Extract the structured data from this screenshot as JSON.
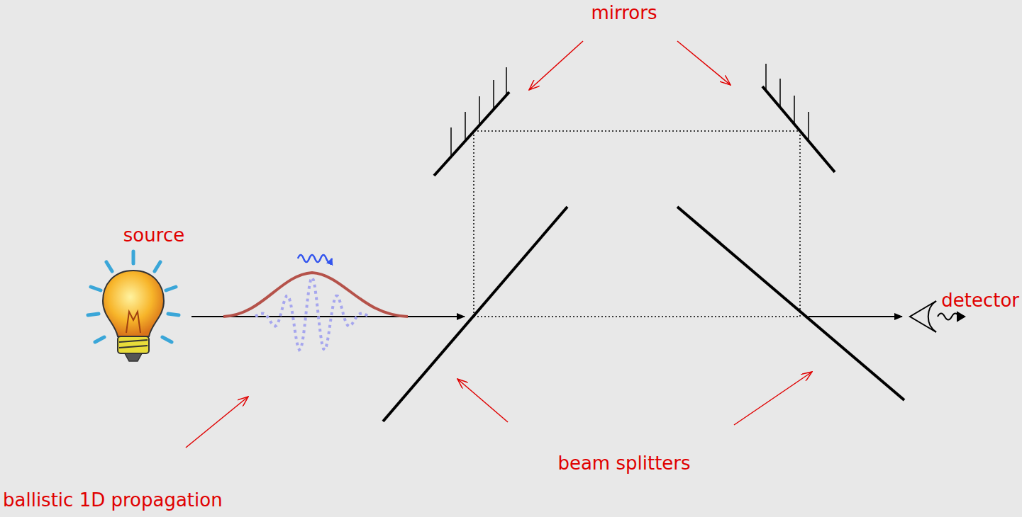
{
  "diagram": {
    "labels": [
      "mirrors",
      "source",
      "detector",
      "beam splitters",
      "ballistic 1D propagation"
    ]
  }
}
